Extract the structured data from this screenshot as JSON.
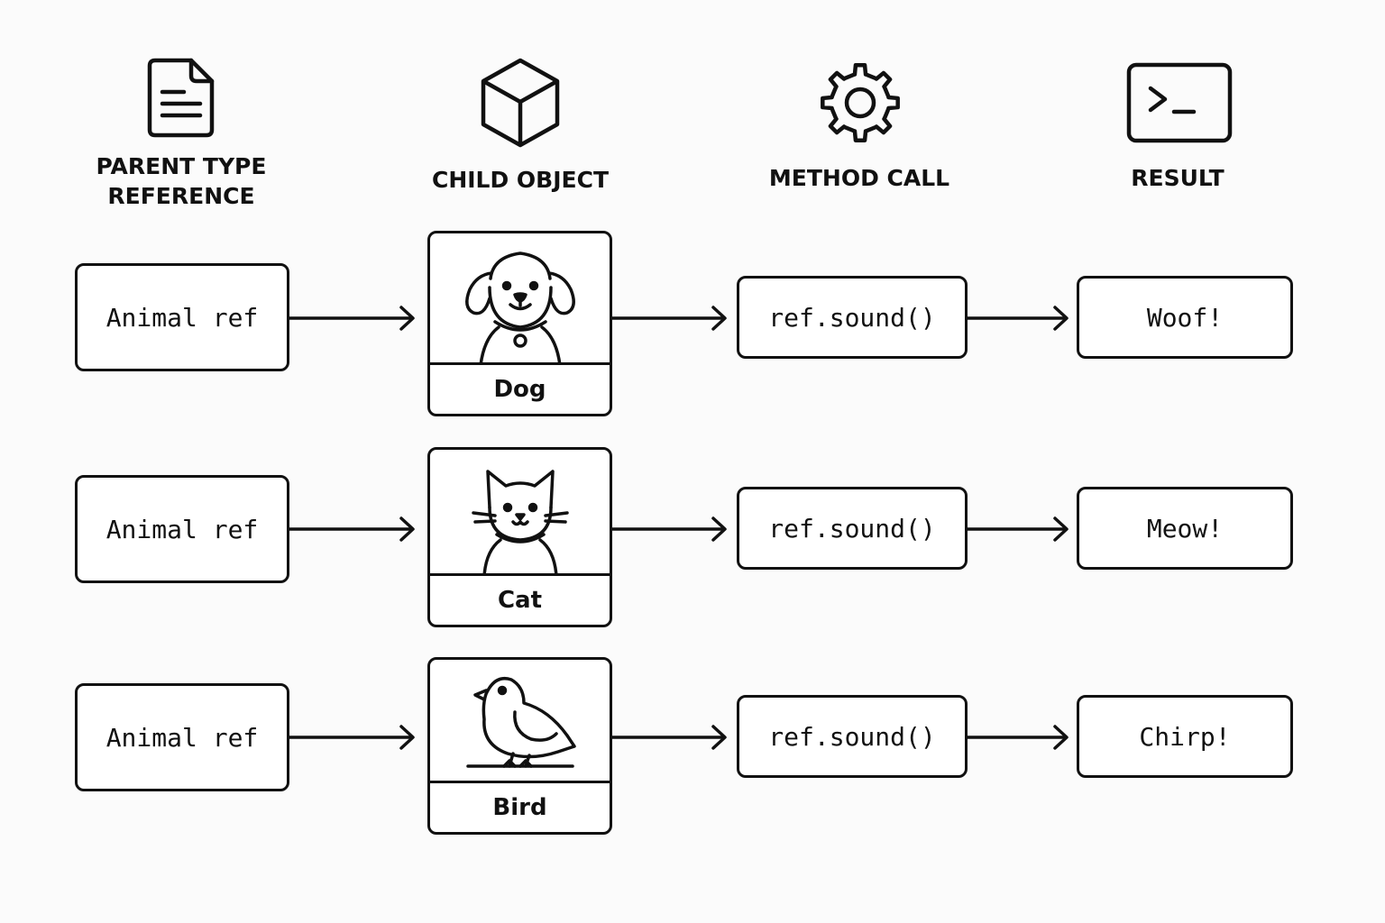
{
  "headers": {
    "parent_line1": "PARENT TYPE",
    "parent_line2": "REFERENCE",
    "child": "CHILD OBJECT",
    "method": "METHOD CALL",
    "result": "RESULT"
  },
  "icons": {
    "parent": "document-icon",
    "child": "cube-icon",
    "method": "gear-icon",
    "result": "terminal-icon"
  },
  "rows": [
    {
      "reference": "Animal ref",
      "child": "Dog",
      "child_icon": "dog-icon",
      "method": "ref.sound()",
      "result": "Woof!"
    },
    {
      "reference": "Animal ref",
      "child": "Cat",
      "child_icon": "cat-icon",
      "method": "ref.sound()",
      "result": "Meow!"
    },
    {
      "reference": "Animal ref",
      "child": "Bird",
      "child_icon": "bird-icon",
      "method": "ref.sound()",
      "result": "Chirp!"
    }
  ],
  "colors": {
    "stroke": "#111111",
    "background": "#fbfbfb"
  }
}
